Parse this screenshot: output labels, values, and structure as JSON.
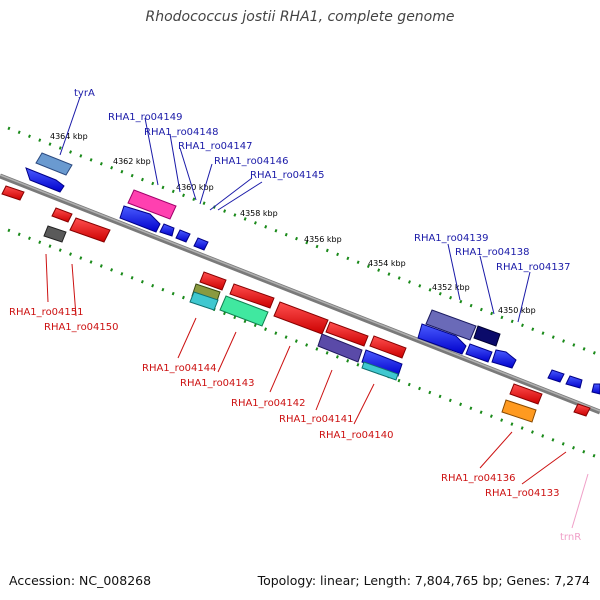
{
  "title": "Rhodococcus jostii RHA1, complete genome",
  "footer": {
    "accession": "Accession: NC_008268",
    "topology": "Topology: linear; Length: 7,804,765 bp; Genes: 7,274"
  },
  "colors": {
    "forward_label": "#1a1aa8",
    "reverse_label": "#cc1111",
    "rna_label": "#f0a0c8",
    "backbone": "#8a8a8a",
    "tick": "#1a8a1a"
  },
  "ticks": [
    {
      "label": "4364 kbp"
    },
    {
      "label": "4362 kbp"
    },
    {
      "label": "4360 kbp"
    },
    {
      "label": "4358 kbp"
    },
    {
      "label": "4356 kbp"
    },
    {
      "label": "4354 kbp"
    },
    {
      "label": "4352 kbp"
    },
    {
      "label": "4350 kbp"
    }
  ],
  "forward_labels": [
    "tyrA",
    "RHA1_ro04149",
    "RHA1_ro04148",
    "RHA1_ro04147",
    "RHA1_ro04146",
    "RHA1_ro04145",
    "RHA1_ro04139",
    "RHA1_ro04138",
    "RHA1_ro04137"
  ],
  "reverse_labels": [
    "RHA1_ro04151",
    "RHA1_ro04150",
    "RHA1_ro04144",
    "RHA1_ro04143",
    "RHA1_ro04142",
    "RHA1_ro04141",
    "RHA1_ro04140",
    "RHA1_ro04136",
    "RHA1_ro04133"
  ],
  "rna_labels": [
    "trnR"
  ]
}
